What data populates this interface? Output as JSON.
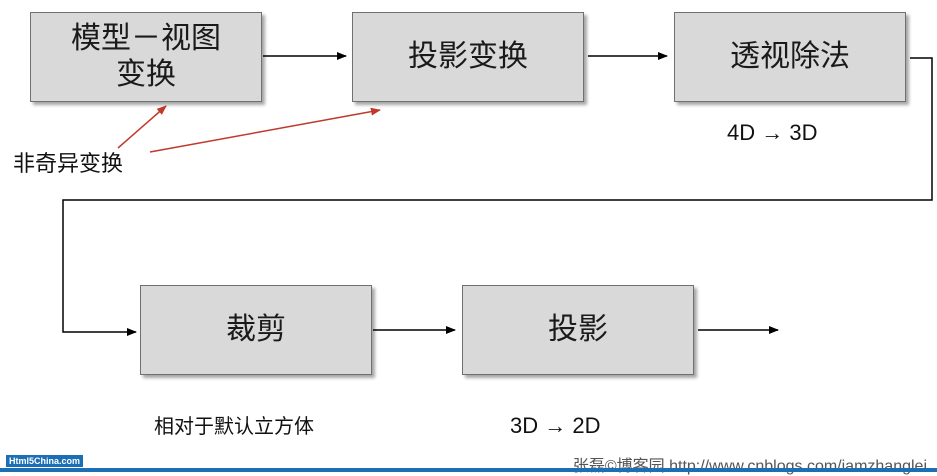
{
  "boxes": {
    "model_view": "模型－视图\n变换",
    "projection_transform": "投影变换",
    "perspective_divide": "透视除法",
    "clipping": "裁剪",
    "projection": "投影"
  },
  "notes": {
    "nonsingular": "非奇异变换",
    "perspective_dims": "4D → 3D",
    "clip_note": "相对于默认立方体",
    "projection_dims": "3D → 2D"
  },
  "footer": {
    "logo": "Html5China.com",
    "credit": "张磊©博客园 http://www.cnblogs.com/iamzhanglei"
  },
  "colors": {
    "box_fill": "#d9d9d9",
    "arrow": "#000000",
    "annotation_arrow": "#c0392b"
  }
}
